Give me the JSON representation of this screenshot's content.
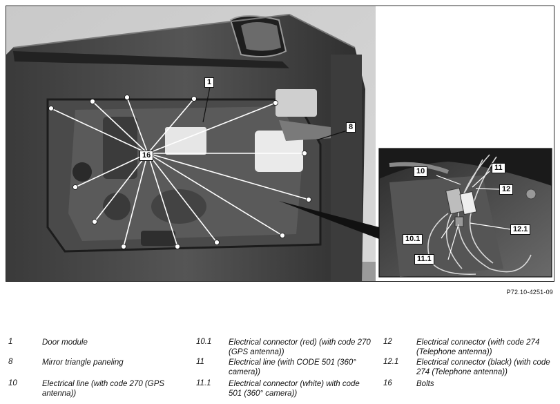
{
  "figure": {
    "reference": "P72.10-4251-09",
    "callouts": {
      "c1": "1",
      "c8": "8",
      "c16": "16",
      "c10": "10",
      "c11": "11",
      "c12": "12",
      "c10_1": "10.1",
      "c11_1": "11.1",
      "c12_1": "12.1"
    }
  },
  "legend": [
    {
      "number": "1",
      "text": "Door module"
    },
    {
      "number": "8",
      "text": "Mirror triangle paneling"
    },
    {
      "number": "10",
      "text": "Electrical line (with code 270 (GPS antenna))"
    },
    {
      "number": "10.1",
      "text": "Electrical connector (red) (with code 270 (GPS antenna))"
    },
    {
      "number": "11",
      "text": "Electrical line (with CODE 501 (360° camera))"
    },
    {
      "number": "11.1",
      "text": "Electrical connector (white) with code 501 (360° camera))"
    },
    {
      "number": "12",
      "text": "Electrical connector (with code 274 (Telephone antenna))"
    },
    {
      "number": "12.1",
      "text": "Electrical connector (black) (with code 274 (Telephone antenna))"
    },
    {
      "number": "16",
      "text": "Bolts"
    }
  ]
}
